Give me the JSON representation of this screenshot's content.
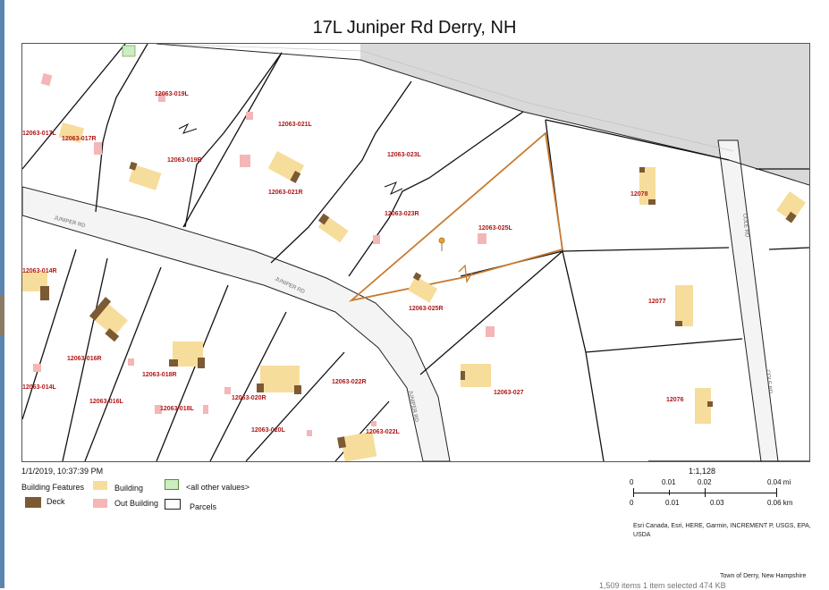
{
  "title": "17L Juniper Rd Derry, NH",
  "timestamp": "1/1/2019, 10:37:39 PM",
  "legend": {
    "heading": "Building Features",
    "items": [
      {
        "label": "Building",
        "color": "#f7dd9b"
      },
      {
        "label": "<all other values>",
        "color": "#cdeec0"
      },
      {
        "label": "Deck",
        "color": "#7c5a34"
      },
      {
        "label": "Out Building",
        "color": "#f4b6b6"
      },
      {
        "label": "Parcels",
        "color": "#ffffff"
      }
    ]
  },
  "scale": {
    "ratio": "1:1,128",
    "mi_ticks": [
      "0",
      "0.01",
      "0.02",
      "0.04 mi"
    ],
    "km_ticks": [
      "0",
      "0.01",
      "0.03",
      "0.06 km"
    ]
  },
  "attribution": "Esri Canada, Esri, HERE, Garmin, INCREMENT P, USGS, EPA, USDA",
  "credit": "Town of Derry, New Hampshire",
  "status_bar": "1,509 items    1 item selected  474 KB",
  "map": {
    "parcels": {
      "p017L": "12063-017L",
      "p017R": "12063-017R",
      "p019L": "12063-019L",
      "p019R": "12063-019R",
      "p021L": "12063-021L",
      "p021R": "12063-021R",
      "p023L": "12063-023L",
      "p023R": "12063-023R",
      "p025L": "12063-025L",
      "p025R": "12063-025R",
      "p027": "12063-027",
      "p014R": "12063-014R",
      "p016R": "12063-016R",
      "p014L": "12063-014L",
      "p016L": "12063-016L",
      "p018R": "12063-018R",
      "p018L": "12063-018L",
      "p020R": "12063-020R",
      "p020L": "12063-020L",
      "p022R": "12063-022R",
      "p022L": "12063-022L",
      "p12078": "12078",
      "p12077": "12077",
      "p12076": "12076"
    },
    "roads": {
      "juniper1": "JUNIPER RD",
      "juniper2": "JUNIPER RD",
      "juniper3": "JUNIPER RD",
      "cole1": "COLE RD",
      "cole2": "COLE RD"
    }
  },
  "colors": {
    "parcel_line": "#111111",
    "selected_parcel": "#c87a30",
    "label_text": "#b01818",
    "road_fill": "#f2f2f2",
    "water_gray": "#d9d9d9"
  }
}
